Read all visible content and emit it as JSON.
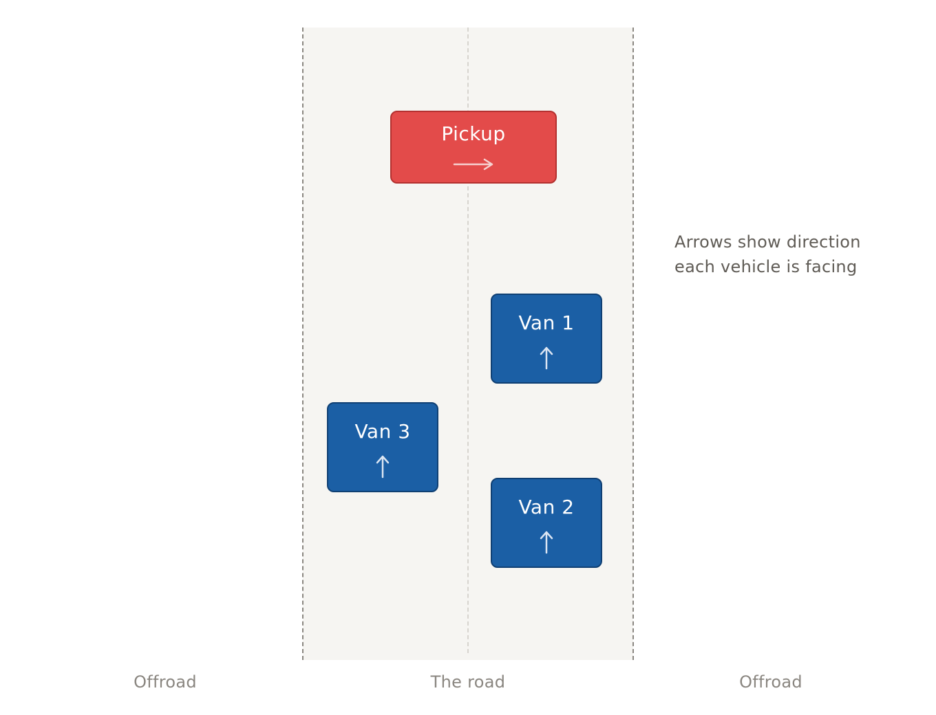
{
  "vehicles": {
    "pickup": {
      "name": "Pickup",
      "facing": "right",
      "color": "#e34b4a"
    },
    "van1": {
      "name": "Van 1",
      "facing": "up",
      "color": "#1b5fa5"
    },
    "van2": {
      "name": "Van 2",
      "facing": "up",
      "color": "#1b5fa5"
    },
    "van3": {
      "name": "Van 3",
      "facing": "up",
      "color": "#1b5fa5"
    }
  },
  "note": {
    "line1": "Arrows show direction",
    "line2": "each vehicle is facing"
  },
  "zones": {
    "left": "Offroad",
    "road": "The road",
    "right": "Offroad"
  },
  "colors": {
    "road": "#f6f5f2",
    "pickup": "#e34b4a",
    "van": "#1b5fa5"
  }
}
